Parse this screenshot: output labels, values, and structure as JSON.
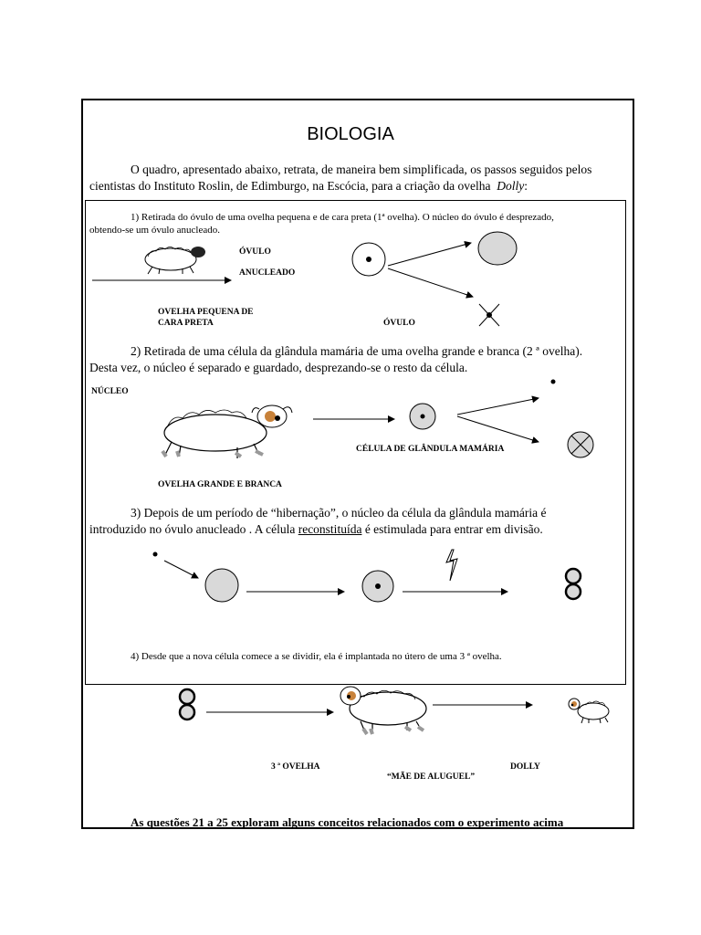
{
  "title": "BIOLOGIA",
  "intro": {
    "line1": "O quadro, apresentado abaixo, retrata, de maneira bem simplificada, os passos seguidos pelos",
    "line2": "cientistas do Instituto Roslin, de Edimburgo, na Escócia, para a criação da ovelha",
    "dolly": "Dolly",
    "colon": ":"
  },
  "step1": {
    "line1": "1) Retirada do óvulo de uma ovelha pequena e de cara preta (1ª ovelha). O núcleo do óvulo é desprezado,",
    "line2": "obtendo-se um óvulo anucleado.",
    "label_ovulo": "ÓVULO",
    "label_anucleado": "ANUCLEADO",
    "label_sheep_l1": "OVELHA PEQUENA DE",
    "label_sheep_l2": "CARA PRETA",
    "label_ovulo2": "ÓVULO"
  },
  "step2": {
    "line1": "2) Retirada de uma  célula da glândula mamária  de uma ovelha grande e branca (2 ª ovelha).",
    "line2": "Desta vez, o núcleo é separado e guardado, desprezando-se o resto da célula.",
    "label_nucleo": "NÚCLEO",
    "label_celula": "CÉLULA DE GLÂNDULA MAMÁRIA",
    "label_sheep": "OVELHA GRANDE E BRANCA"
  },
  "step3": {
    "line1": "3) Depois de um período de “hibernação”,   o   núcleo  da célula da glândula mamária  é",
    "line2a": "introduzido no óvulo anucleado . A célula",
    "line2b": "reconstituída",
    "line2c": "é estimulada para entrar em divisão."
  },
  "step4": {
    "line1": "4) Desde que a nova célula comece a se dividir, ela é implantada no útero de uma 3 ª ovelha.",
    "label_3ovelha": "3 ª OVELHA",
    "label_mae": "“MÃE DE ALUGUEL”",
    "label_dolly": "DOLLY"
  },
  "footer": "As questões  21 a 25 exploram alguns conceitos relacionados com o experimento acima"
}
